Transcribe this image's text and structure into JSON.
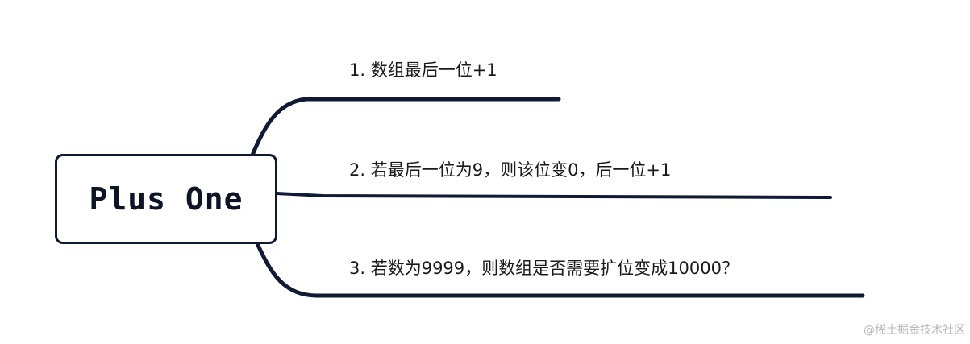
{
  "diagram": {
    "type": "mind-map",
    "root": {
      "label": "Plus One"
    },
    "branches": [
      {
        "label": "1. 数组最后一位+1"
      },
      {
        "label": "2. 若最后一位为9，则该位变0，后一位+1"
      },
      {
        "label": "3. 若数为9999，则数组是否需要扩位变成10000？"
      }
    ],
    "colors": {
      "line": "#111a33",
      "text": "#1a1a1a",
      "watermark": "#b8b8b8"
    }
  },
  "watermark": {
    "text": "@稀土掘金技术社区"
  }
}
